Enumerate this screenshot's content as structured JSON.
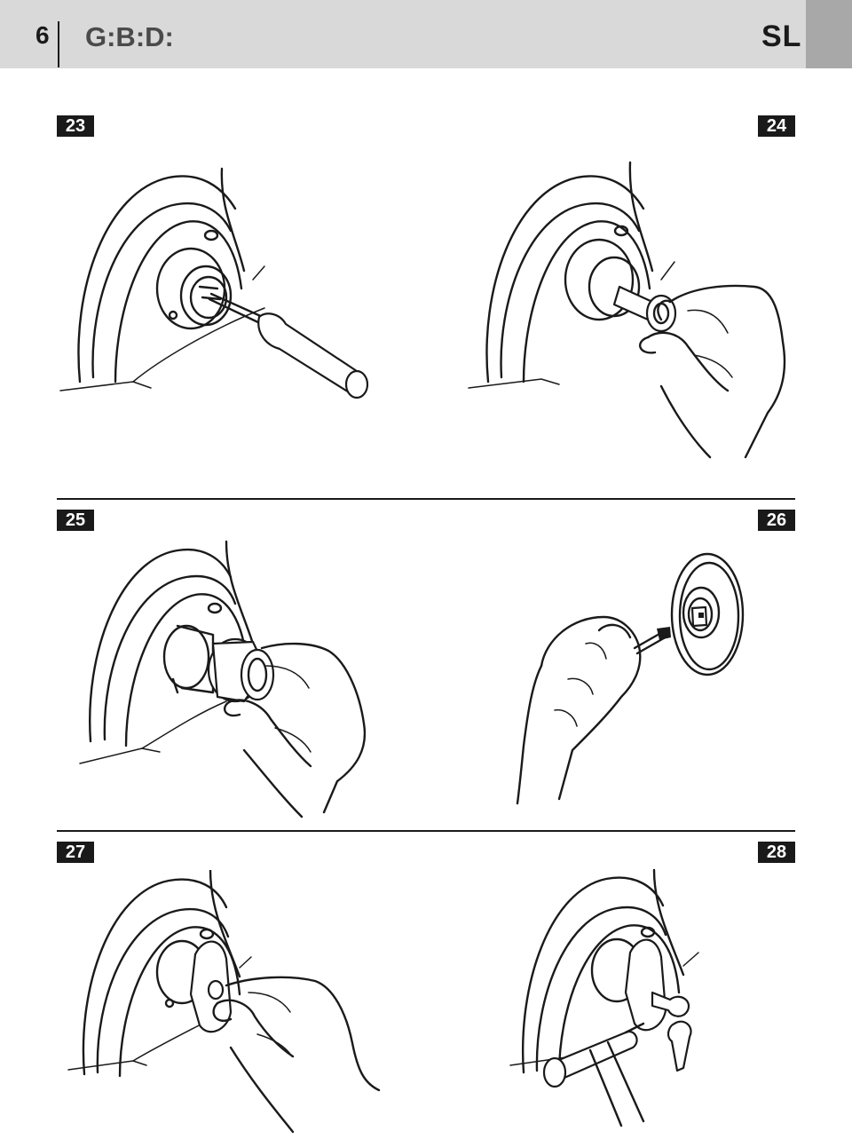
{
  "header": {
    "page_number": "6",
    "brand": "G:B:D:",
    "model": "SL"
  },
  "steps": [
    {
      "number": "23",
      "icons": [
        "arch-gate-post-icon",
        "lock-cylinder-icon",
        "screwdriver-icon"
      ]
    },
    {
      "number": "24",
      "icons": [
        "arch-gate-post-icon",
        "lock-cylinder-icon",
        "hand-icon"
      ]
    },
    {
      "number": "25",
      "icons": [
        "arch-gate-post-icon",
        "lock-ring-icon",
        "hand-icon"
      ]
    },
    {
      "number": "26",
      "icons": [
        "lock-cover-plate-icon",
        "pin-tool-icon",
        "hand-icon"
      ]
    },
    {
      "number": "27",
      "icons": [
        "arch-gate-post-icon",
        "cover-plate-icon",
        "hand-icon"
      ]
    },
    {
      "number": "28",
      "icons": [
        "arch-gate-post-icon",
        "keys-icon",
        "hammer-icon"
      ]
    }
  ],
  "colors": {
    "header_bg": "#d9d9d9",
    "header_tab": "#a8a8a8",
    "ink": "#1a1a1a",
    "paper": "#ffffff"
  }
}
